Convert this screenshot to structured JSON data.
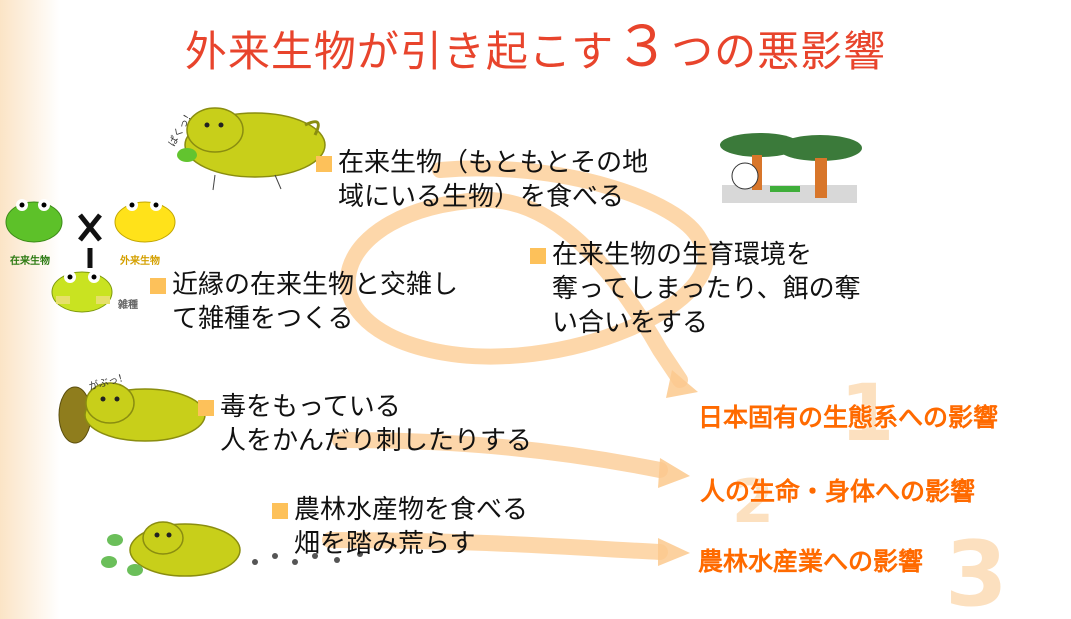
{
  "title": {
    "prefix": "外来生物が引き起こす",
    "number": "３",
    "suffix": "つの悪影響"
  },
  "items": [
    {
      "line1": "在来生物（もともとその地",
      "line2": "域にいる生物）を食べる"
    },
    {
      "line1": "在来生物の生育環境を",
      "line2": "奪ってしまったり、餌の奪",
      "line3": "い合いをする"
    },
    {
      "line1": "近縁の在来生物と交雑し",
      "line2": "て雑種をつくる"
    },
    {
      "line1": "毒をもっている",
      "line2": "人をかんだり刺したりする"
    },
    {
      "line1": "農林水産物を食べる",
      "line2": "畑を踏み荒らす"
    }
  ],
  "impacts": [
    {
      "label": "日本固有の生態系への影響",
      "number": "1"
    },
    {
      "label": "人の生命・身体への影響",
      "number": "2"
    },
    {
      "label": "農林水産業への影響",
      "number": "3"
    }
  ],
  "frog_labels": {
    "native": "在来生物",
    "alien": "外来生物",
    "hybrid": "雑種"
  },
  "sfx": {
    "munch": "ぱくっ！",
    "bite": "がぶっ！"
  },
  "colors": {
    "title": "#e8442c",
    "impact": "#ff6a00",
    "bullet": "#fdc15a",
    "arrow": "#fcc98e",
    "creature": "#c8cf1a"
  }
}
